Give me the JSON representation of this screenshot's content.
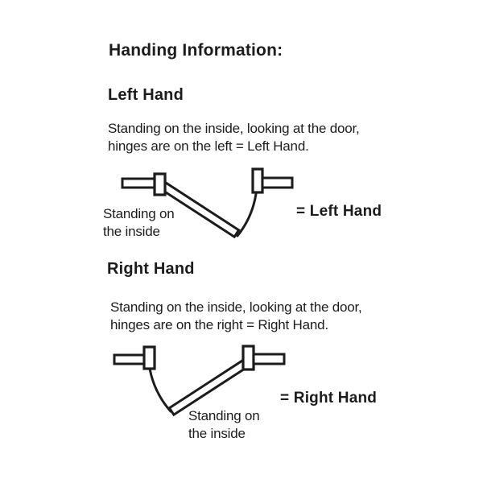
{
  "page": {
    "title": "Handing Information:"
  },
  "colors": {
    "background": "#ffffff",
    "ink": "#1c1c1c"
  },
  "sections": {
    "left_hand": {
      "heading": "Left Hand",
      "description_line1": "Standing on the inside, looking at the door,",
      "description_line2": "hinges are on the left = Left Hand.",
      "diagram": {
        "hinge_side": "left",
        "label_line1": "Standing on",
        "label_line2": "the inside",
        "result_label": "= Left Hand"
      }
    },
    "right_hand": {
      "heading": "Right Hand",
      "description_line1": "Standing on the inside, looking at the door,",
      "description_line2": "hinges are on the right = Right Hand.",
      "diagram": {
        "hinge_side": "right",
        "label_line1": "Standing on",
        "label_line2": "the inside",
        "result_label": "= Right Hand"
      }
    }
  }
}
